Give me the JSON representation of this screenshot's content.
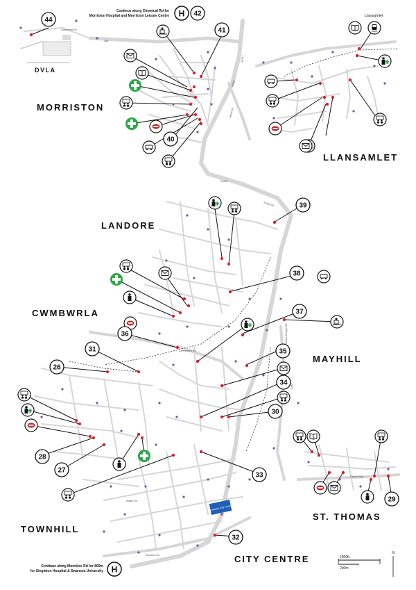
{
  "districts": {
    "morriston": "MORRISTON",
    "llansamlet": "LLANSAMLET",
    "landore": "LANDORE",
    "cwmbwrla": "CWMBWRLA",
    "mayhill": "MAYHILL",
    "townhill": "TOWNHILL",
    "st_thomas": "ST. THOMAS",
    "city_centre": "CITY CENTRE"
  },
  "places": {
    "dvla": "DVLA",
    "llansamlet_station": "Llansamlet"
  },
  "notes": {
    "morriston_hospital_1": "Continue along Chemical Rd for",
    "morriston_hospital_2": "Morriston Hospital and Morriston Leisure Centre",
    "singleton_1": "Continue along Mumbles Rd for 800m",
    "singleton_2": "for Singleton Hospital & Swansea University"
  },
  "hospital_symbol": "H",
  "city_centre_box": "Swansea City Centre",
  "scale": {
    "feet": "1000ft",
    "metres": "200m",
    "north": "N"
  },
  "road_labels": {
    "clasemont": "Clasemont Rd",
    "a48": "A48",
    "a4067": "A4067",
    "a4217": "A4217",
    "neath_rd": "Neath Rd",
    "a4216": "A4216",
    "carmarthen": "Carmarthen Rd",
    "pentre": "Pentre-Chwyth Rd",
    "a483": "A483",
    "fabian": "Fabian Way",
    "walter": "Walter Rd",
    "mumbles": "Mumbles Rd"
  },
  "numbered_markers": [
    {
      "number": "44",
      "place": "DVLA"
    },
    {
      "number": "42",
      "place": "Morriston Hospital"
    },
    {
      "number": "41",
      "place": "Morriston"
    },
    {
      "number": "40",
      "place": "Morriston"
    },
    {
      "number": "39",
      "place": "Landore"
    },
    {
      "number": "38",
      "place": "Landore"
    },
    {
      "number": "37",
      "place": "Mayhill"
    },
    {
      "number": "36",
      "place": "Cwmbwrla"
    },
    {
      "number": "35",
      "place": "Mayhill"
    },
    {
      "number": "34",
      "place": "Mayhill"
    },
    {
      "number": "33",
      "place": "City Centre"
    },
    {
      "number": "32",
      "place": "City Centre"
    },
    {
      "number": "31",
      "place": "Cwmbwrla"
    },
    {
      "number": "30",
      "place": "Mayhill"
    },
    {
      "number": "29",
      "place": "St. Thomas"
    },
    {
      "number": "28",
      "place": "Townhill"
    },
    {
      "number": "27",
      "place": "Townhill"
    },
    {
      "number": "26",
      "place": "Townhill"
    }
  ],
  "service_icons": [
    "post-office-icon",
    "library-icon",
    "pharmacy-icon",
    "gp-surgery-icon",
    "community-centre-icon",
    "dentist-icon",
    "bus-icon",
    "cafe-icon",
    "doctor-icon",
    "train-station-icon"
  ],
  "colors": {
    "road": "#d6d6d6",
    "stop_red": "#e11b22",
    "stop_purple": "#7b4fa5",
    "pharmacy_green": "#2aa84a",
    "city_centre_blue": "#1f5fb5",
    "district_text": "#111111"
  }
}
